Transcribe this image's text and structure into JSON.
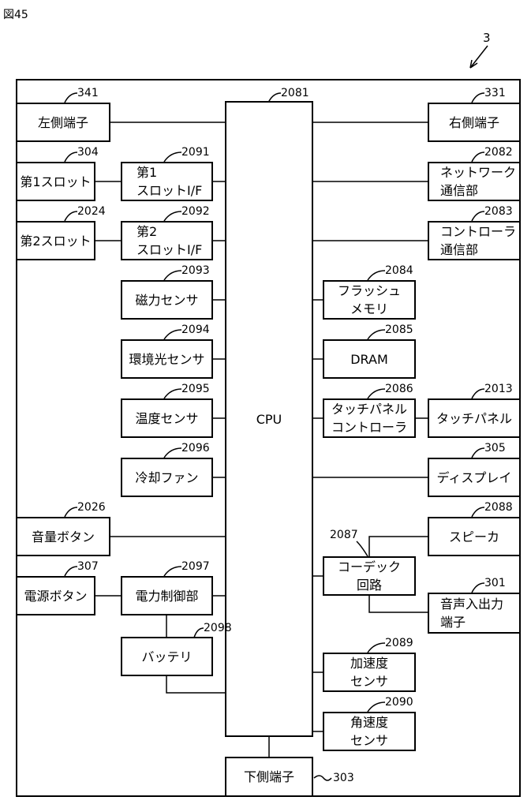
{
  "figure_label": "図45",
  "device_ref": "3",
  "cpu": {
    "label": "CPU",
    "ref": "2081"
  },
  "boxes": {
    "left_terminal": {
      "label": "左側端子",
      "ref": "341"
    },
    "slot1": {
      "label": "第1スロット",
      "ref": "304"
    },
    "slot1_if": {
      "label": "第1\nスロットI/F",
      "ref": "2091"
    },
    "slot2": {
      "label": "第2スロット",
      "ref": "2024"
    },
    "slot2_if": {
      "label": "第2\nスロットI/F",
      "ref": "2092"
    },
    "magnetic_sensor": {
      "label": "磁力センサ",
      "ref": "2093"
    },
    "ambient_light_sensor": {
      "label": "環境光センサ",
      "ref": "2094"
    },
    "temperature_sensor": {
      "label": "温度センサ",
      "ref": "2095"
    },
    "cooling_fan": {
      "label": "冷却ファン",
      "ref": "2096"
    },
    "volume_button": {
      "label": "音量ボタン",
      "ref": "2026"
    },
    "power_button": {
      "label": "電源ボタン",
      "ref": "307"
    },
    "power_control": {
      "label": "電力制御部",
      "ref": "2097"
    },
    "battery": {
      "label": "バッテリ",
      "ref": "2098"
    },
    "lower_terminal": {
      "label": "下側端子",
      "ref": "303"
    },
    "right_terminal": {
      "label": "右側端子",
      "ref": "331"
    },
    "network_comm": {
      "label": "ネットワーク\n通信部",
      "ref": "2082"
    },
    "controller_comm": {
      "label": "コントローラ\n通信部",
      "ref": "2083"
    },
    "flash_memory": {
      "label": "フラッシュ\nメモリ",
      "ref": "2084"
    },
    "dram": {
      "label": "DRAM",
      "ref": "2085"
    },
    "touch_panel_controller": {
      "label": "タッチパネル\nコントローラ",
      "ref": "2086"
    },
    "touch_panel": {
      "label": "タッチパネル",
      "ref": "2013"
    },
    "display": {
      "label": "ディスプレイ",
      "ref": "305"
    },
    "speaker": {
      "label": "スピーカ",
      "ref": "2088"
    },
    "codec": {
      "label": "コーデック\n回路",
      "ref": "2087"
    },
    "audio_io_terminal": {
      "label": "音声入出力\n端子",
      "ref": "301"
    },
    "accelerometer": {
      "label": "加速度\nセンサ",
      "ref": "2089"
    },
    "gyro": {
      "label": "角速度\nセンサ",
      "ref": "2090"
    }
  }
}
